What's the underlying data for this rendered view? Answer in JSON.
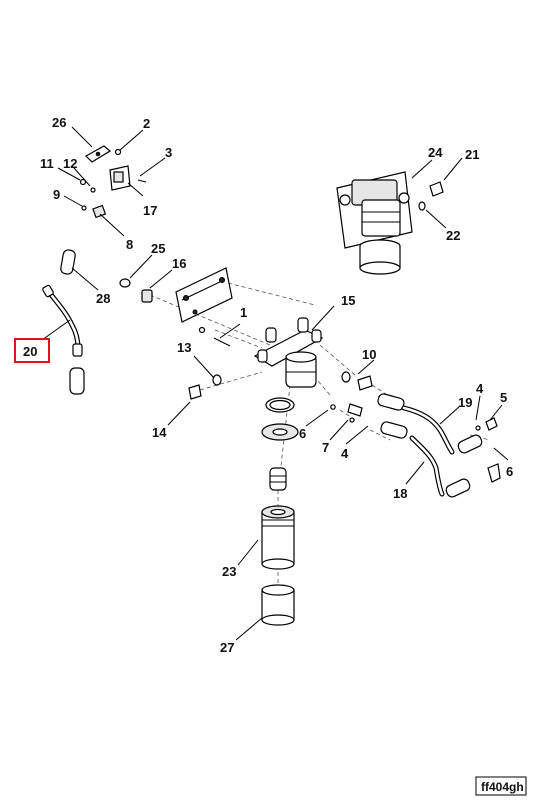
{
  "callouts": {
    "c1": "1",
    "c2": "2",
    "c3": "3",
    "c4a": "4",
    "c4b": "4",
    "c5": "5",
    "c6a": "6",
    "c6b": "6",
    "c7": "7",
    "c8": "8",
    "c9": "9",
    "c10": "10",
    "c11": "11",
    "c12": "12",
    "c13": "13",
    "c14": "14",
    "c15": "15",
    "c16": "16",
    "c17": "17",
    "c18": "18",
    "c19": "19",
    "c20": "20",
    "c21": "21",
    "c22": "22",
    "c23": "23",
    "c24": "24",
    "c25": "25",
    "c26": "26",
    "c27": "27",
    "c28": "28"
  },
  "highlighted_callout": "20",
  "highlight_color": "#e0141e",
  "figure_id": "ff404gh"
}
